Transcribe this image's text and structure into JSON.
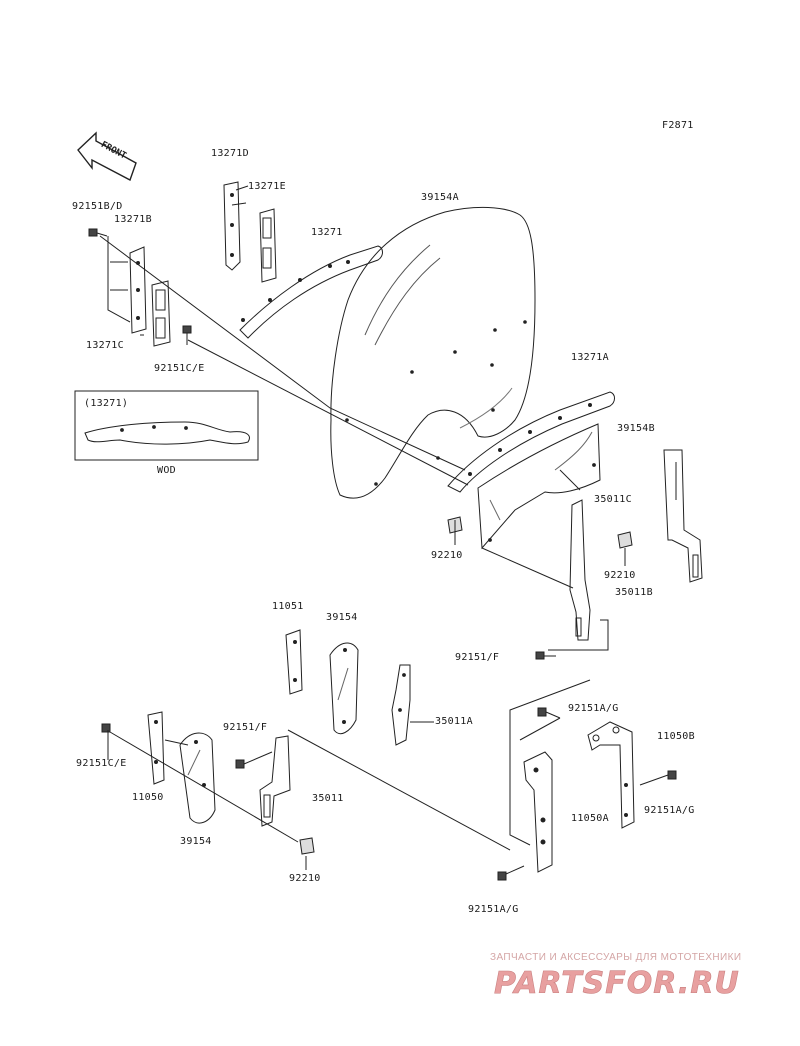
{
  "figure_id": "F2871",
  "front_arrow": "FRONT",
  "inset": {
    "title": "(13271)",
    "caption": "WOD"
  },
  "parts": {
    "p13271D": "13271D",
    "p13271E": "13271E",
    "p13271": "13271",
    "p39154A": "39154A",
    "p92151BD": "92151B/D",
    "p13271B": "13271B",
    "p13271C": "13271C",
    "p92151CE_top": "92151C/E",
    "p13271A": "13271A",
    "p39154B": "39154B",
    "p35011C": "35011C",
    "p92210_a": "92210",
    "p92210_b": "92210",
    "p35011B": "35011B",
    "p11051": "11051",
    "p39154_top": "39154",
    "p92151F_a": "92151/F",
    "p35011A": "35011A",
    "p92151F_b": "92151/F",
    "p92151AG_a": "92151A/G",
    "p11050B": "11050B",
    "p92151CE_bot": "92151C/E",
    "p11050": "11050",
    "p35011": "35011",
    "p92151AG_b": "92151A/G",
    "p11050A": "11050A",
    "p39154_bot": "39154",
    "p92210_c": "92210",
    "p92151AG_c": "92151A/G"
  },
  "watermark": {
    "caption": "ЗАПЧАСТИ И АКСЕССУАРЫ ДЛЯ МОТОТЕХНИКИ",
    "logo": "PARTSFOR.RU",
    "color": "#e8a0a0"
  }
}
